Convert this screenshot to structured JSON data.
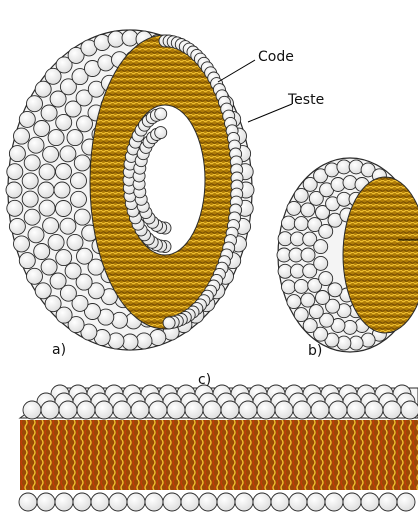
{
  "labels": {
    "code": "Code",
    "teste": "Teste",
    "panel_a": "a)",
    "panel_b": "b)",
    "panel_c": "c)"
  },
  "colors": {
    "head_fill": "#ffffff",
    "head_stroke": "#2a2a2a",
    "tail_dark": "#8a5a00",
    "tail_mid": "#c8960a",
    "tail_light": "#f0c030",
    "tail_red": "#b8380a",
    "line": "#000000"
  },
  "structures": [
    {
      "id": "a",
      "kind": "liposome-cross-section"
    },
    {
      "id": "b",
      "kind": "micelle-cross-section"
    },
    {
      "id": "c",
      "kind": "lipid-bilayer"
    }
  ]
}
